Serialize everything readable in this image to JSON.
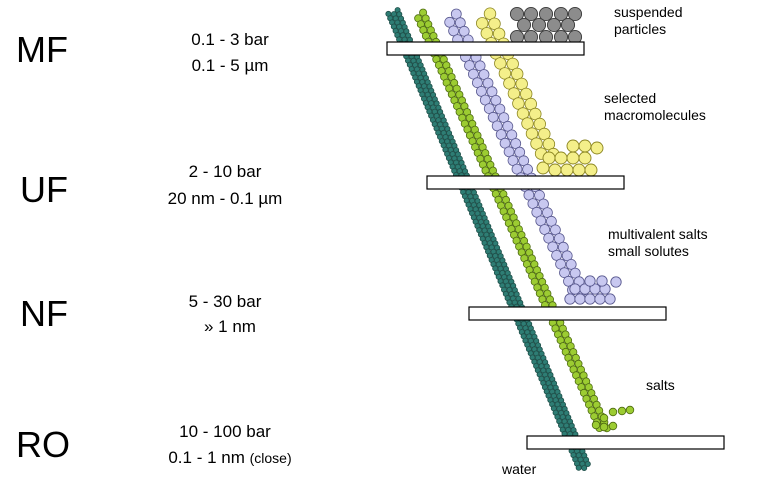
{
  "rows": [
    {
      "name": "MF",
      "pressure": "0.1 - 3 bar",
      "size": "0.1 - 5 µm"
    },
    {
      "name": "UF",
      "pressure": "2 - 10 bar",
      "size": "20 nm - 0.1 µm"
    },
    {
      "name": "NF",
      "pressure": "5 - 30 bar",
      "size": "» 1 nm"
    },
    {
      "name": "RO",
      "pressure": "10 - 100 bar",
      "size": "0.1 - 1 nm",
      "size_note": "(close)"
    }
  ],
  "streams": [
    {
      "line1": "suspended",
      "line2": "particles",
      "color": "#8c8c8c"
    },
    {
      "line1": "selected",
      "line2": "macromolecules",
      "color": "#f4ef8a"
    },
    {
      "line1": "multivalent salts",
      "line2": "small solutes",
      "color": "#c8c8f0"
    },
    {
      "line1": "salts",
      "line2": "",
      "color": "#9ccc32"
    },
    {
      "line1": "water",
      "line2": "",
      "color": "#2e7d74"
    }
  ]
}
